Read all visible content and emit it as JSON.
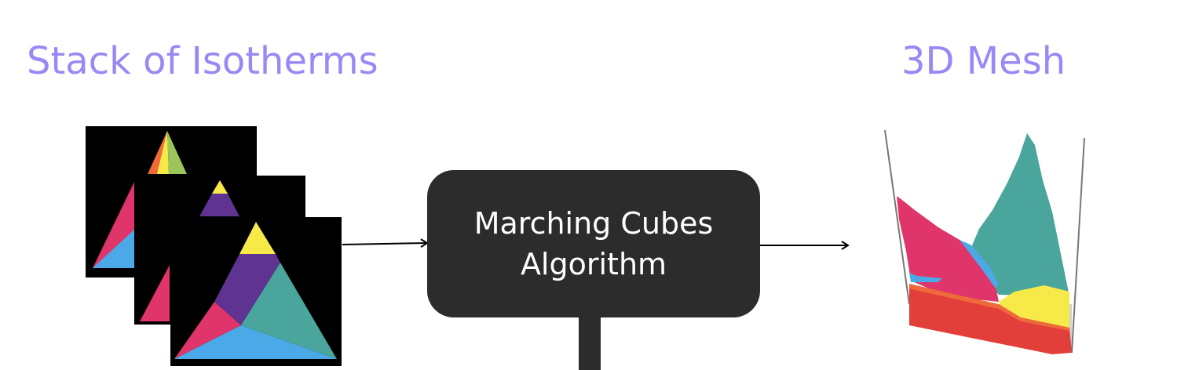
{
  "headings": {
    "left": "Stack of Isotherms",
    "right": "3D Mesh"
  },
  "process": {
    "line1": "Marching Cubes",
    "line2": "Algorithm"
  },
  "colors": {
    "heading": "#9b87f5",
    "box": "#2c2c2c",
    "yellow": "#f7ea48",
    "purple": "#5e3391",
    "teal": "#4aa69c",
    "pink": "#e0356a",
    "blue": "#4aa9e6",
    "green": "#9bc45a",
    "orange": "#ef6a3a",
    "red": "#e33f3a"
  }
}
